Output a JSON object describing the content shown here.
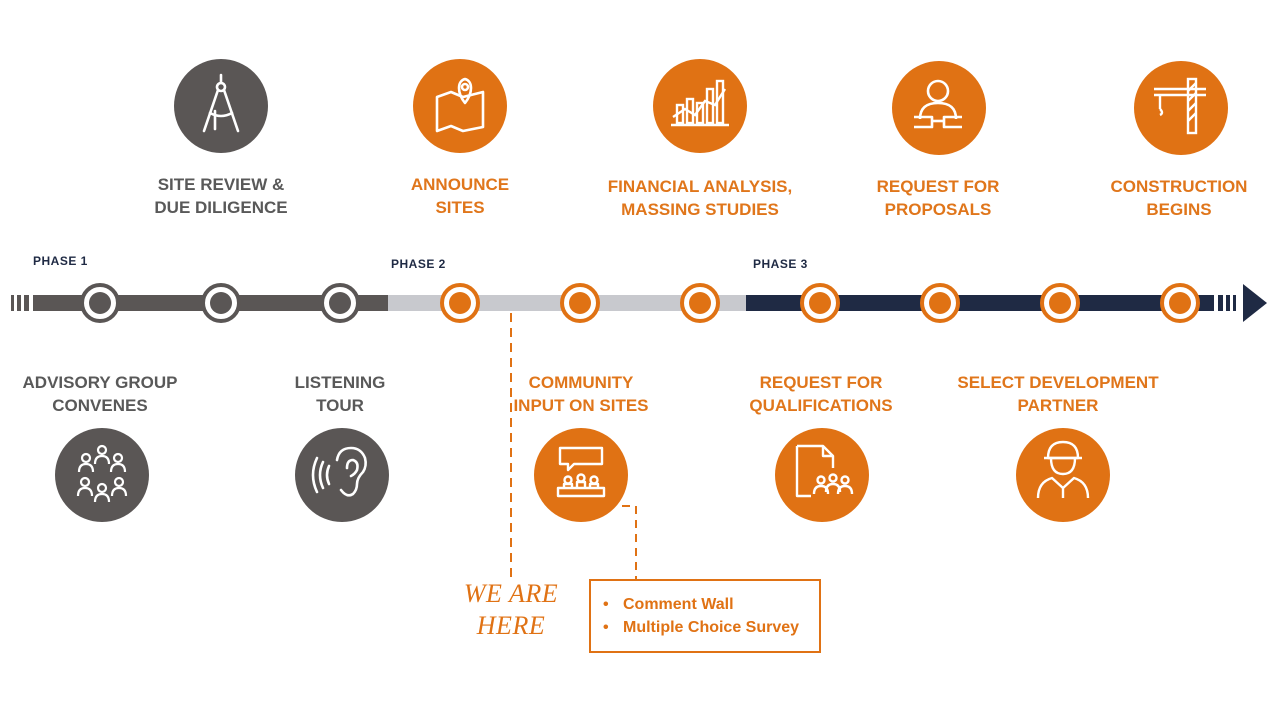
{
  "top_steps": [
    {
      "lines": [
        "SITE REVIEW &",
        "DUE DILIGENCE"
      ],
      "icon": "compass-icon"
    },
    {
      "lines": [
        "ANNOUNCE",
        "SITES"
      ],
      "icon": "map-pin-icon"
    },
    {
      "lines": [
        "FINANCIAL ANALYSIS,",
        "MASSING STUDIES"
      ],
      "icon": "chart-icon"
    },
    {
      "lines": [
        "REQUEST FOR",
        "PROPOSALS"
      ],
      "icon": "person-laptop-icon"
    },
    {
      "lines": [
        "CONSTRUCTION",
        "BEGINS"
      ],
      "icon": "crane-icon"
    }
  ],
  "bottom_steps": [
    {
      "lines": [
        "ADVISORY GROUP",
        "CONVENES"
      ],
      "icon": "group-icon"
    },
    {
      "lines": [
        "LISTENING",
        "TOUR"
      ],
      "icon": "ear-icon"
    },
    {
      "lines": [
        "COMMUNITY",
        "INPUT ON SITES"
      ],
      "icon": "meeting-icon"
    },
    {
      "lines": [
        "REQUEST FOR",
        "QUALIFICATIONS"
      ],
      "icon": "document-people-icon"
    },
    {
      "lines": [
        "SELECT DEVELOPMENT",
        "PARTNER"
      ],
      "icon": "worker-icon"
    }
  ],
  "phases": [
    "PHASE 1",
    "PHASE 2",
    "PHASE 3"
  ],
  "marker": {
    "lines": [
      "WE ARE",
      "HERE"
    ]
  },
  "callout": {
    "items": [
      "Comment Wall",
      "Multiple Choice Survey"
    ],
    "bullet": "•"
  },
  "colors": {
    "gray": "#5a5655",
    "orange": "#e07214",
    "light_gray": "#c8c9ce",
    "navy": "#1f2a44"
  }
}
